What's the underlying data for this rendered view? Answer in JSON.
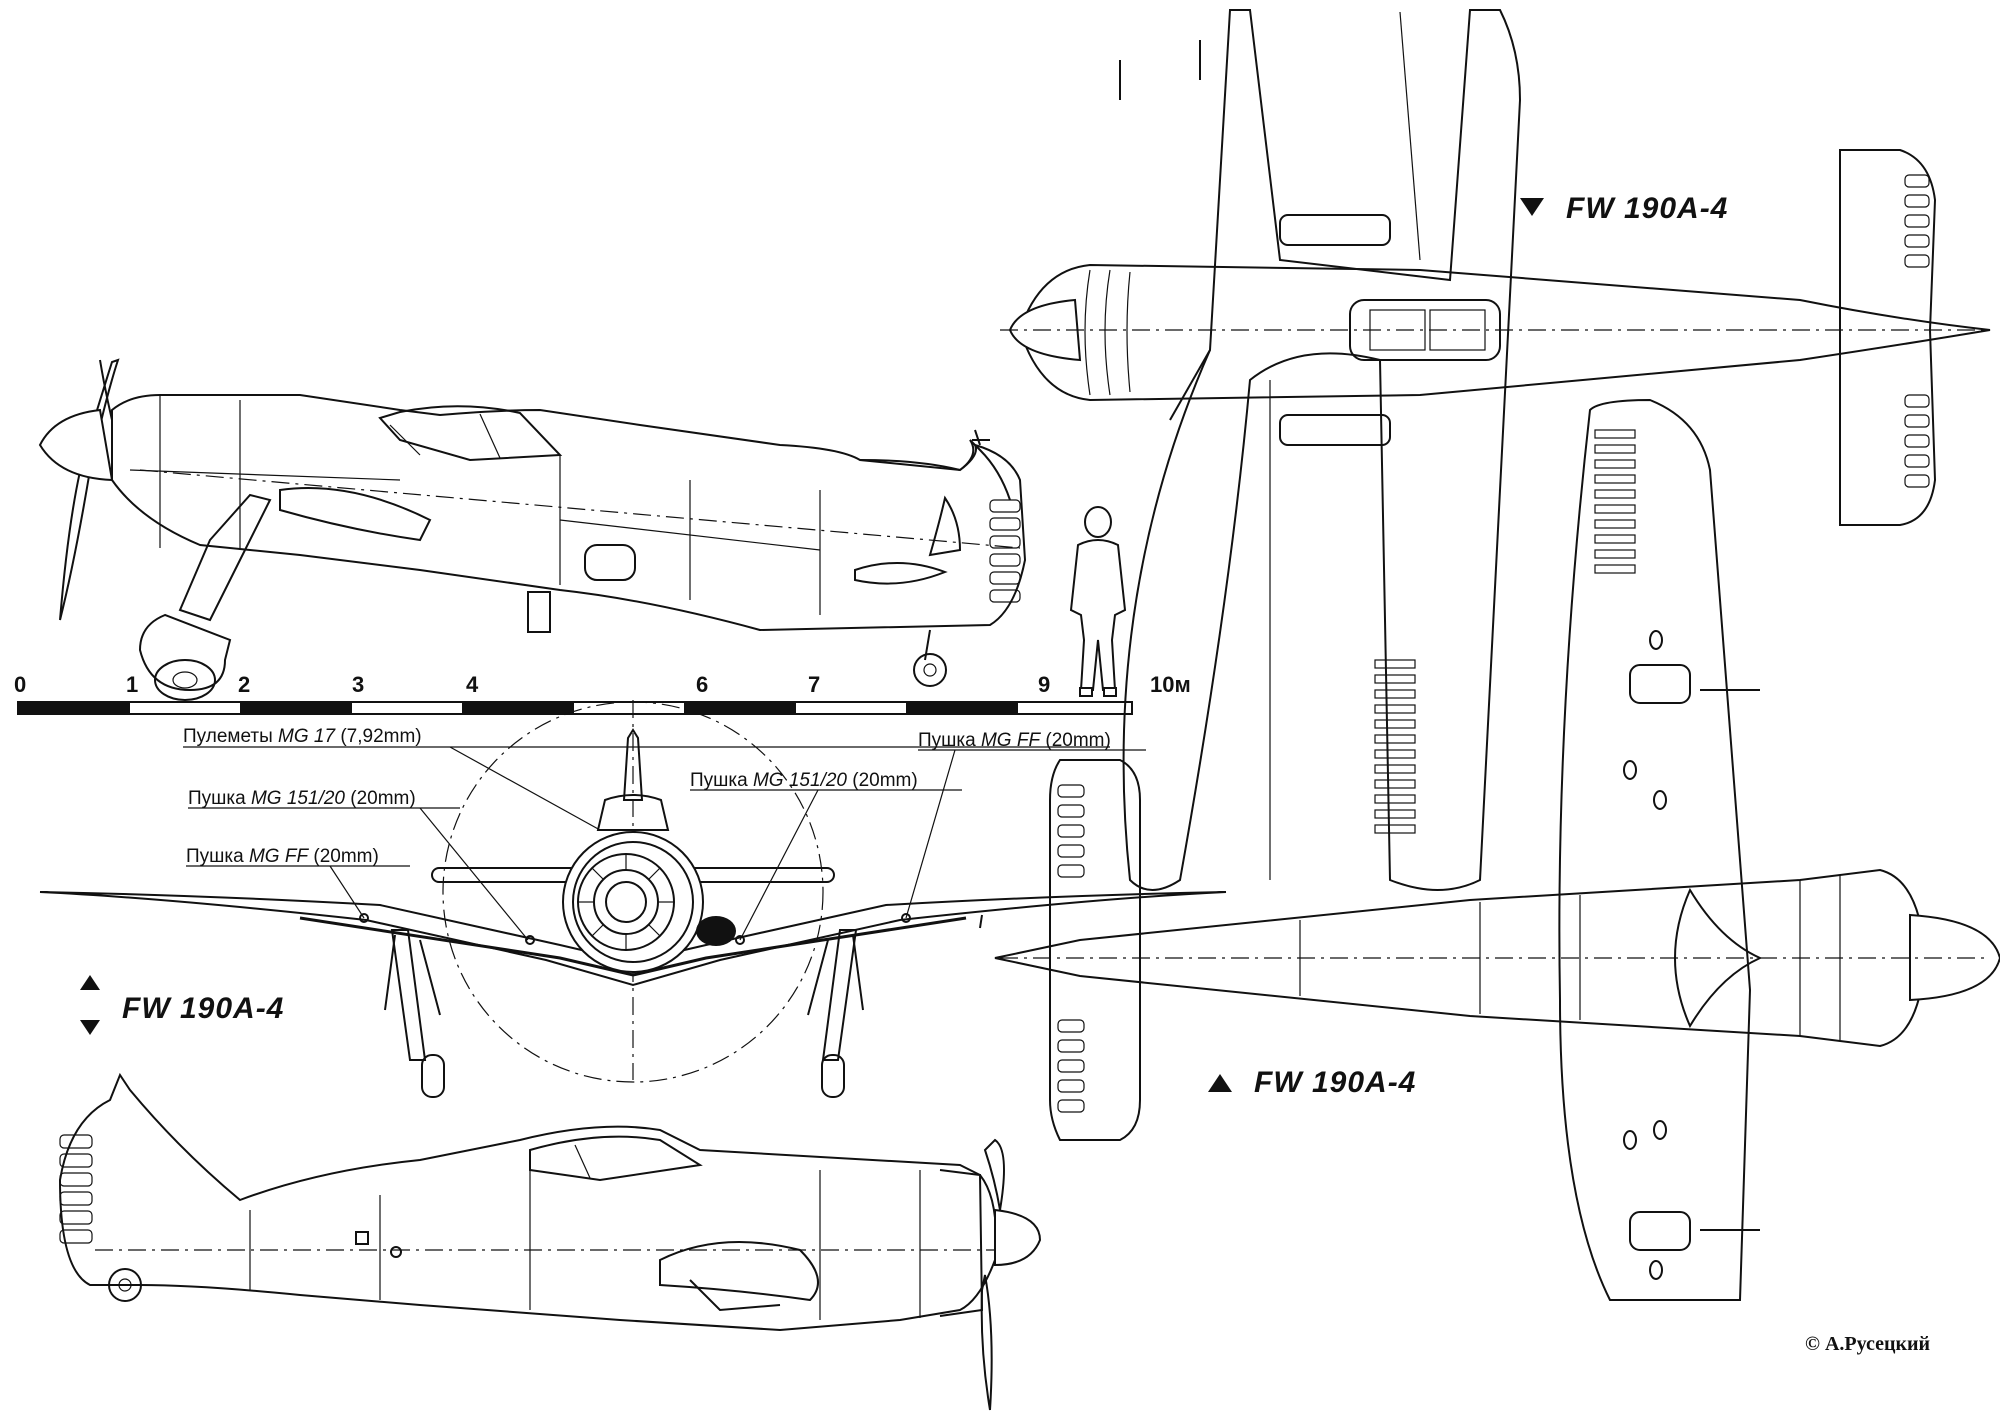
{
  "views": {
    "bottom_view_title": "FW 190A-4",
    "top_view_title": "FW 190A-4",
    "side_view_title": "FW 190A-4"
  },
  "scale": {
    "ticks": [
      "0",
      "1",
      "2",
      "3",
      "4",
      "6",
      "7",
      "9",
      "10м"
    ]
  },
  "callouts": [
    {
      "prefix": "Пулеметы ",
      "model": "MG 17",
      "suffix": " (7,92mm)"
    },
    {
      "prefix": "Пушка ",
      "model": "MG 151/20",
      "suffix": " (20mm)"
    },
    {
      "prefix": "Пушка ",
      "model": "MG FF",
      "suffix": " (20mm)"
    },
    {
      "prefix": "Пушка ",
      "model": "MG 151/20",
      "suffix": " (20mm)"
    },
    {
      "prefix": "Пушка ",
      "model": "MG FF",
      "suffix": " (20mm)"
    }
  ],
  "copyright": "© А.Русецкий"
}
